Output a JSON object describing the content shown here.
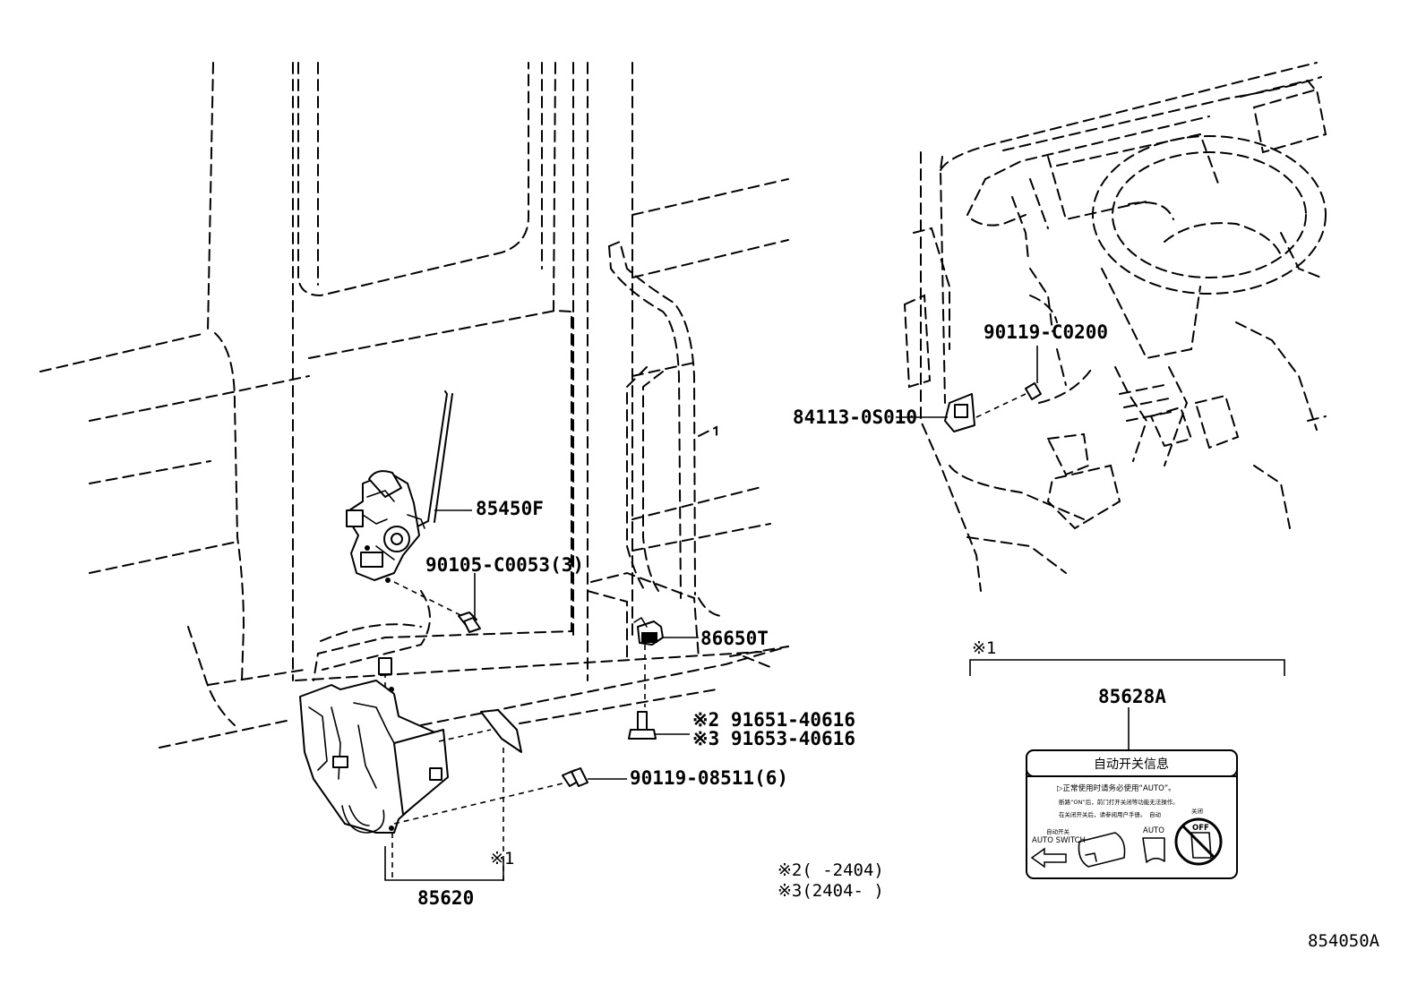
{
  "callouts": {
    "p85450F": "85450F",
    "p90105": "90105-C0053(3)",
    "p86650T": "86650T",
    "p91651": "※2 91651-40616",
    "p91653": "※3 91653-40616",
    "p90119_08511": "90119-08511(6)",
    "p85620": "85620",
    "note1_mark": "※1",
    "p90119_C0200": "90119-C0200",
    "p84113": "84113-0S010",
    "p85628A": "85628A",
    "group_mark": "※1",
    "footnote2": "※2(    -2404)",
    "footnote3": "※3(2404-    )",
    "diagram_code": "854050A"
  },
  "label_plate": {
    "title": "自动开关信息",
    "line1": "▷正常使用时请务必使用“AUTO”。",
    "line2": "断路“ON”后，前门打开关闭等功能无法操作。",
    "line3": "在关闭开关后，请参阅用户手册。",
    "auto_switch_cn": "自动开关",
    "auto_switch": "AUTO SWITCH",
    "auto_cn": "自动",
    "auto": "AUTO",
    "off_cn": "关闭",
    "off": "OFF"
  }
}
